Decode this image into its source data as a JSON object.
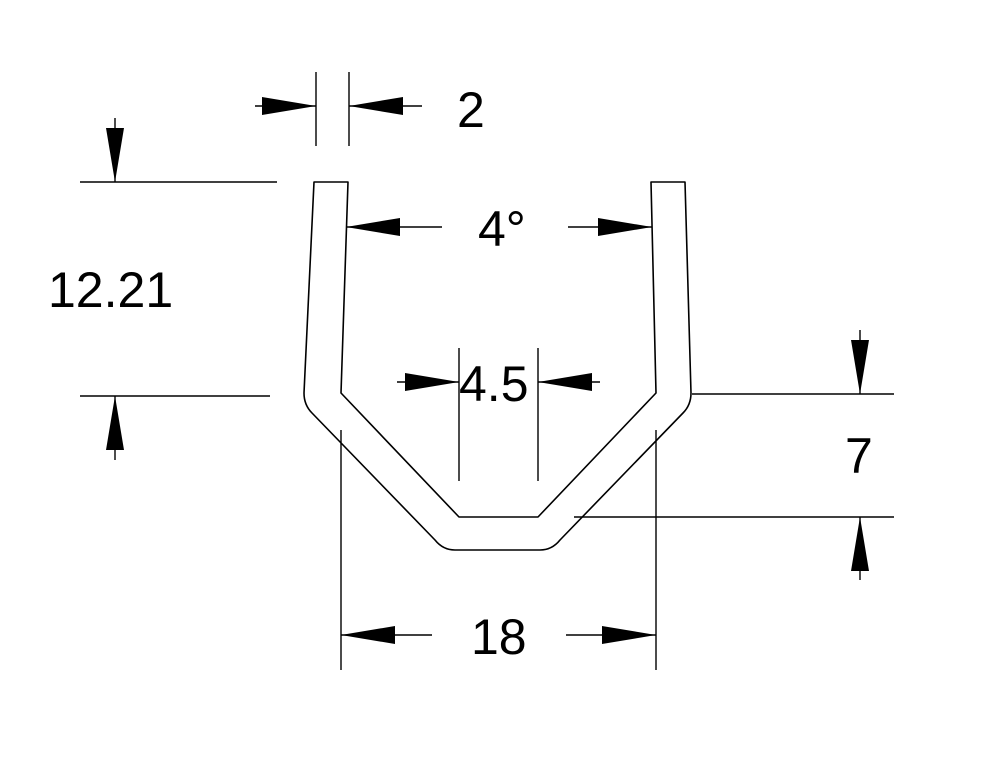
{
  "diagram": {
    "dimensions": {
      "thickness": "2",
      "taper_angle": "4°",
      "bottom_width": "4.5",
      "side_height": "12.21",
      "bottom_depth": "7",
      "overall_width": "18"
    },
    "colors": {
      "line": "#000000",
      "background": "#ffffff"
    }
  }
}
